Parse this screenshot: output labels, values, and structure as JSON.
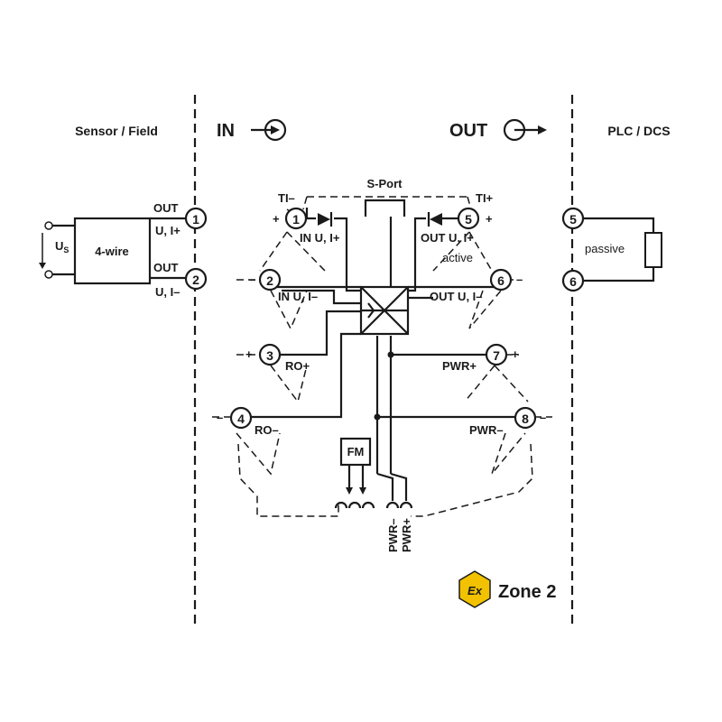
{
  "headers": {
    "sensor_field": "Sensor / Field",
    "in": "IN",
    "out": "OUT",
    "plc_dcs": "PLC / DCS"
  },
  "sensor": {
    "box_label": "4-wire",
    "us_label": "U",
    "us_sub": "S",
    "out1_label": "OUT",
    "out1_sub": "U, I+",
    "out2_label": "OUT",
    "out2_sub": "U, I–"
  },
  "terminals": [
    "1",
    "2",
    "1",
    "2",
    "3",
    "4",
    "5",
    "6",
    "7",
    "8",
    "5",
    "6"
  ],
  "module": {
    "sport": "S-Port",
    "ti_minus": "TI–",
    "ti_plus": "TI+",
    "in_u_i_plus": "IN U, I+",
    "out_u_i_plus": "OUT U, I+",
    "active": "active",
    "in_u_i_minus": "IN U, I–",
    "out_u_i_minus": "OUT U, I–",
    "ro_plus": "RO+",
    "ro_minus": "RO–",
    "pwr_plus_right": "PWR+",
    "pwr_minus_right": "PWR–",
    "fm": "FM",
    "pwr_minus_bottom": "PWR–",
    "pwr_plus_bottom": "PWR+",
    "plus": "+",
    "minus": "–"
  },
  "plc": {
    "passive": "passive"
  },
  "ex_badge": {
    "symbol": "Ex",
    "zone": "Zone 2",
    "color": "#f2c200"
  }
}
